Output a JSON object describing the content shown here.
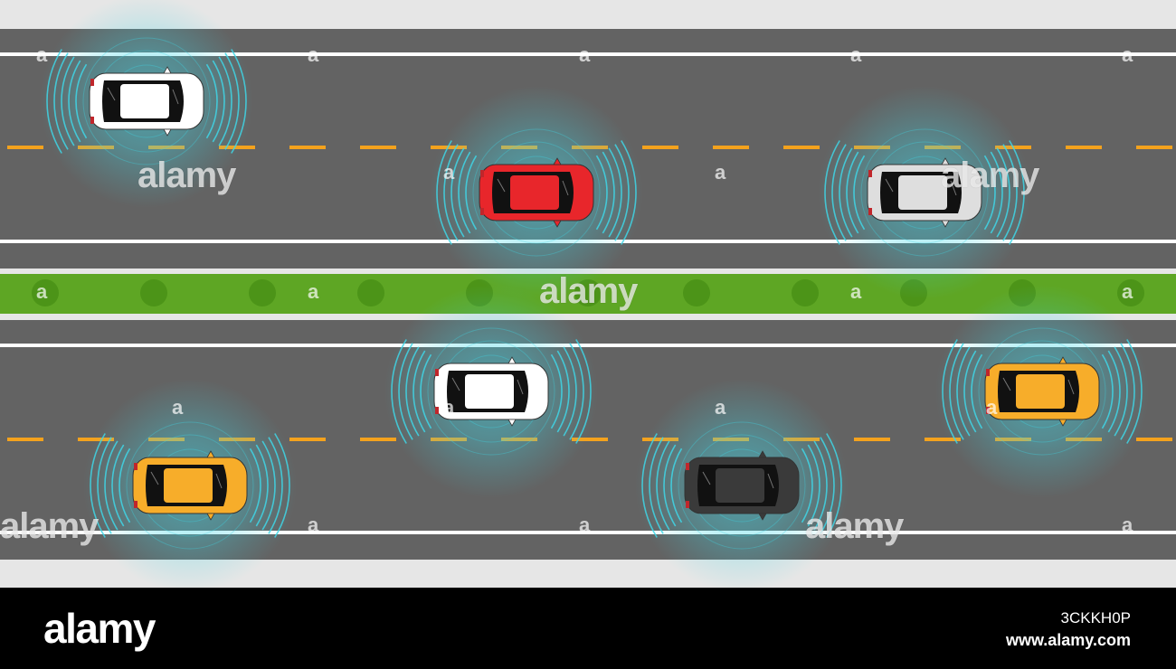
{
  "watermark": {
    "text": "alamy",
    "letter": "a"
  },
  "footer": {
    "logo": "alamy",
    "image_id": "3CKKH0P",
    "url": "www.alamy.com"
  },
  "colors": {
    "roadside": "#e6e6e6",
    "asphalt": "#636363",
    "lane_line": "#ffffff",
    "center_dash": "#f4a21d",
    "median_grass": "#5ea624",
    "bush": "#4c9418",
    "sensor_ring": "#3fd6e6"
  },
  "cars": [
    {
      "name": "white",
      "color": "#ffffff"
    },
    {
      "name": "red",
      "color": "#e8262b"
    },
    {
      "name": "silver",
      "color": "#dedede"
    },
    {
      "name": "white",
      "color": "#ffffff"
    },
    {
      "name": "yellow",
      "color": "#f7ad2a"
    },
    {
      "name": "yellow",
      "color": "#f7ad2a"
    },
    {
      "name": "dark-grey",
      "color": "#3a3a3a"
    }
  ]
}
